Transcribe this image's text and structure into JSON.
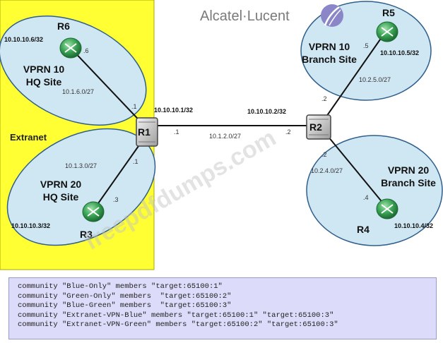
{
  "brand": {
    "name": "Alcatel·Lucent",
    "logo_color": "#8a86c8"
  },
  "extranet": {
    "label": "Extranet",
    "color": "#ffff33"
  },
  "sites": [
    {
      "id": "hq10",
      "line1": "VPRN 10",
      "line2": "HQ Site"
    },
    {
      "id": "hq20",
      "line1": "VPRN 20",
      "line2": "HQ Site"
    },
    {
      "id": "br10",
      "line1": "VPRN 10",
      "line2": "Branch Site"
    },
    {
      "id": "br20",
      "line1": "VPRN 20",
      "line2": "Branch Site"
    }
  ],
  "routers": [
    {
      "id": "R1",
      "label": "R1",
      "system_ip": "10.10.10.1/32"
    },
    {
      "id": "R2",
      "label": "R2",
      "system_ip": "10.10.10.2/32"
    },
    {
      "id": "R3",
      "label": "R3",
      "system_ip": "10.10.10.3/32",
      "iface": ".3"
    },
    {
      "id": "R4",
      "label": "R4",
      "system_ip": "10.10.10.4/32",
      "iface": ".4"
    },
    {
      "id": "R5",
      "label": "R5",
      "system_ip": "10.10.10.5/32",
      "iface": ".5"
    },
    {
      "id": "R6",
      "label": "R6",
      "system_ip": "10.10.10.6/32",
      "iface": ".6"
    }
  ],
  "links": [
    {
      "id": "r1-r6",
      "subnet": "10.1.6.0/27",
      "a_end": ".1"
    },
    {
      "id": "r1-r3",
      "subnet": "10.1.3.0/27",
      "a_end": ".1"
    },
    {
      "id": "r1-r2",
      "subnet": "10.1.2.0/27",
      "a_end": ".1",
      "b_end": ".2"
    },
    {
      "id": "r2-r5",
      "subnet": "10.2.5.0/27",
      "a_end": ".2"
    },
    {
      "id": "r2-r4",
      "subnet": "10.2.4.0/27",
      "a_end": ".2"
    }
  ],
  "watermark": "freepdfdumps.com",
  "colors": {
    "site_fill": "#cfe6f3",
    "site_stroke": "#2f5f8a",
    "ce_fill": "#2f9a4a"
  },
  "config_lines": [
    "community \"Blue-Only\" members \"target:65100:1\"",
    "community \"Green-Only\" members  \"target:65100:2\"",
    "community \"Blue-Green\" members  \"target:65100:3\"",
    "community \"Extranet-VPN-Blue\" members \"target:65100:1\" \"target:65100:3\"",
    "community \"Extranet-VPN-Green\" members \"target:65100:2\" \"target:65100:3\""
  ]
}
